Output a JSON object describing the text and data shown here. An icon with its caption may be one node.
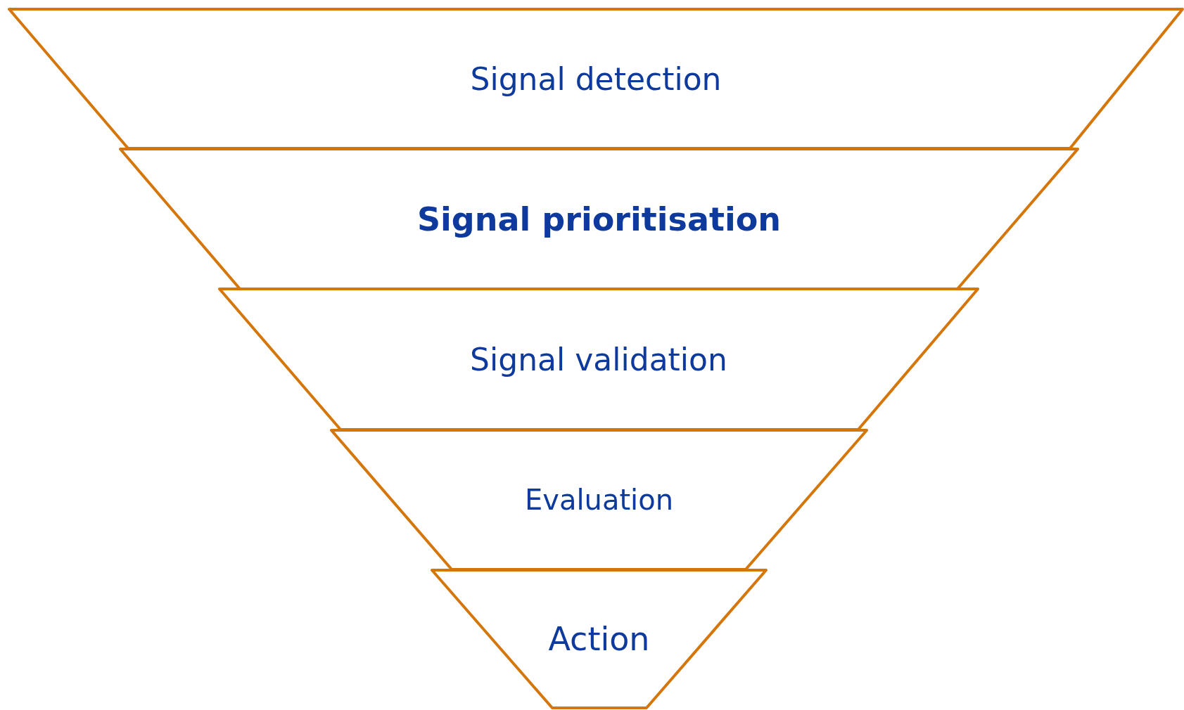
{
  "diagram": {
    "nodes": [
      {
        "text": [
          "Signal detection"
        ]
      },
      {
        "text": [
          "Signal prioritisation"
        ]
      },
      {
        "text": [
          "Signal validation"
        ]
      },
      {
        "text": [
          "Evaluation"
        ]
      },
      {
        "text": [
          "Action"
        ]
      }
    ]
  }
}
